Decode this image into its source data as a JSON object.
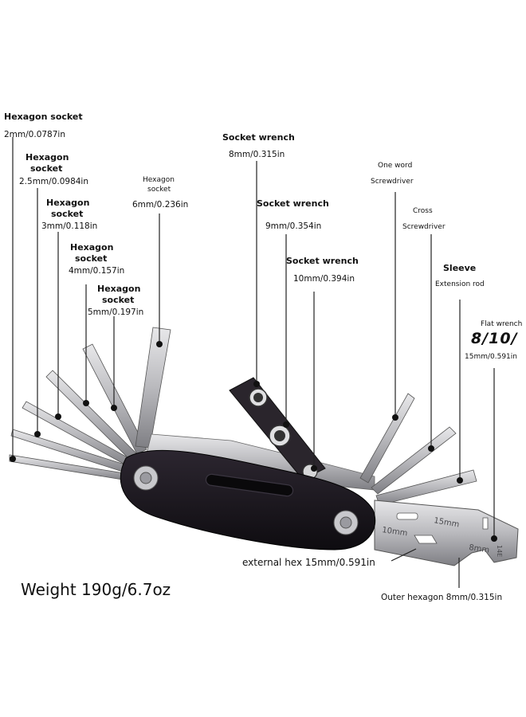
{
  "labels": {
    "hex2_title": "Hexagon socket",
    "hex2_size": "2mm/0.0787in",
    "hex25_title_1": "Hexagon",
    "hex25_title_2": "socket",
    "hex25_size": "2.5mm/0.0984in",
    "hex3_title_1": "Hexagon",
    "hex3_title_2": "socket",
    "hex3_size": "3mm/0.118in",
    "hex4_title_1": "Hexagon",
    "hex4_title_2": "socket",
    "hex4_size": "4mm/0.157in",
    "hex5_title_1": "Hexagon",
    "hex5_title_2": "socket",
    "hex5_size": "5mm/0.197in",
    "hex6_title_1": "Hexagon",
    "hex6_title_2": "socket",
    "hex6_size": "6mm/0.236in",
    "sw8_title": "Socket wrench",
    "sw8_size": "8mm/0.315in",
    "sw9_title": "Socket wrench",
    "sw9_size": "9mm/0.354in",
    "sw10_title": "Socket wrench",
    "sw10_size": "10mm/0.394in",
    "oneword_1": "One word",
    "oneword_2": "Screwdriver",
    "cross_1": "Cross",
    "cross_2": "Screwdriver",
    "sleeve_title": "Sleeve",
    "sleeve_sub": "Extension rod",
    "flat_title": "Flat wrench",
    "flat_logo": "8/10/",
    "flat_size": "15mm/0.591in",
    "ext_hex": "external hex 15mm/0.591in",
    "outer_hex": "Outer hexagon 8mm/0.315in",
    "weight": "Weight 190g/6.7oz",
    "etch_10mm": "10mm",
    "etch_15mm": "15mm",
    "etch_8mm": "8mm",
    "etch_14e": "14E"
  },
  "colors": {
    "body": "#1a161c",
    "steel_light": "#d4d4d6",
    "steel_dark": "#8a8a8e",
    "leader": "#222222"
  }
}
